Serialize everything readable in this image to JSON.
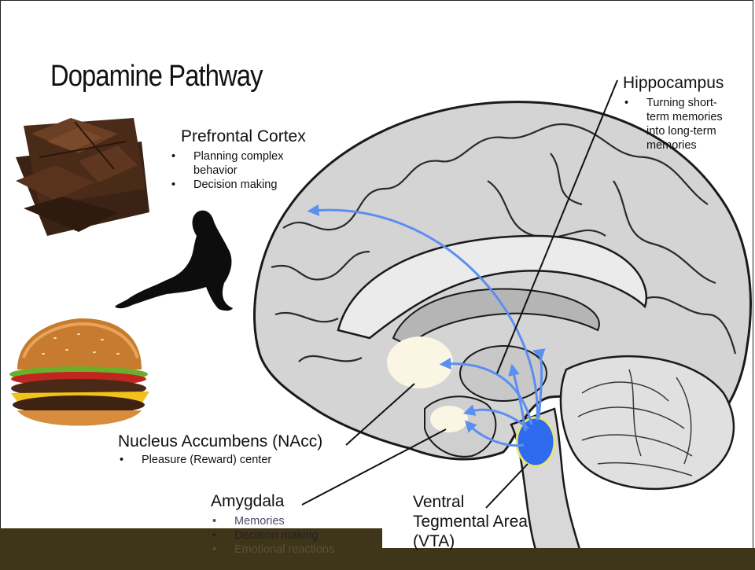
{
  "slide": {
    "title": "Dopamine Pathway"
  },
  "regions": {
    "prefrontal": {
      "label": "Prefrontal Cortex",
      "bullets": [
        "Planning complex",
        "behavior",
        "Decision making"
      ]
    },
    "hippocampus": {
      "label": "Hippocampus",
      "bullets": [
        "Turning short-",
        "term memories",
        "into long-term",
        "memories"
      ]
    },
    "nacc": {
      "label": "Nucleus Accumbens (NAcc)",
      "bullets": [
        "Pleasure (Reward) center"
      ]
    },
    "amygdala": {
      "label": "Amygdala",
      "bullets": [
        "Memories",
        "Decision making",
        "Emotional reactions"
      ]
    },
    "vta": {
      "label_line1": "Ventral",
      "label_line2": "Tegmental Area",
      "label_line3": "(VTA)"
    }
  },
  "colors": {
    "pathway": "#5b8ff0",
    "vta_fill": "#2f6bef",
    "vta_ring": "#e8e47a",
    "highlight": "#fbf6e3",
    "bar": "#3f3518"
  },
  "images": {
    "chocolate": "chocolate-bar-icon",
    "silhouette": "woman-silhouette-icon",
    "burger": "hamburger-icon",
    "brain": "brain-sagittal-illustration"
  }
}
